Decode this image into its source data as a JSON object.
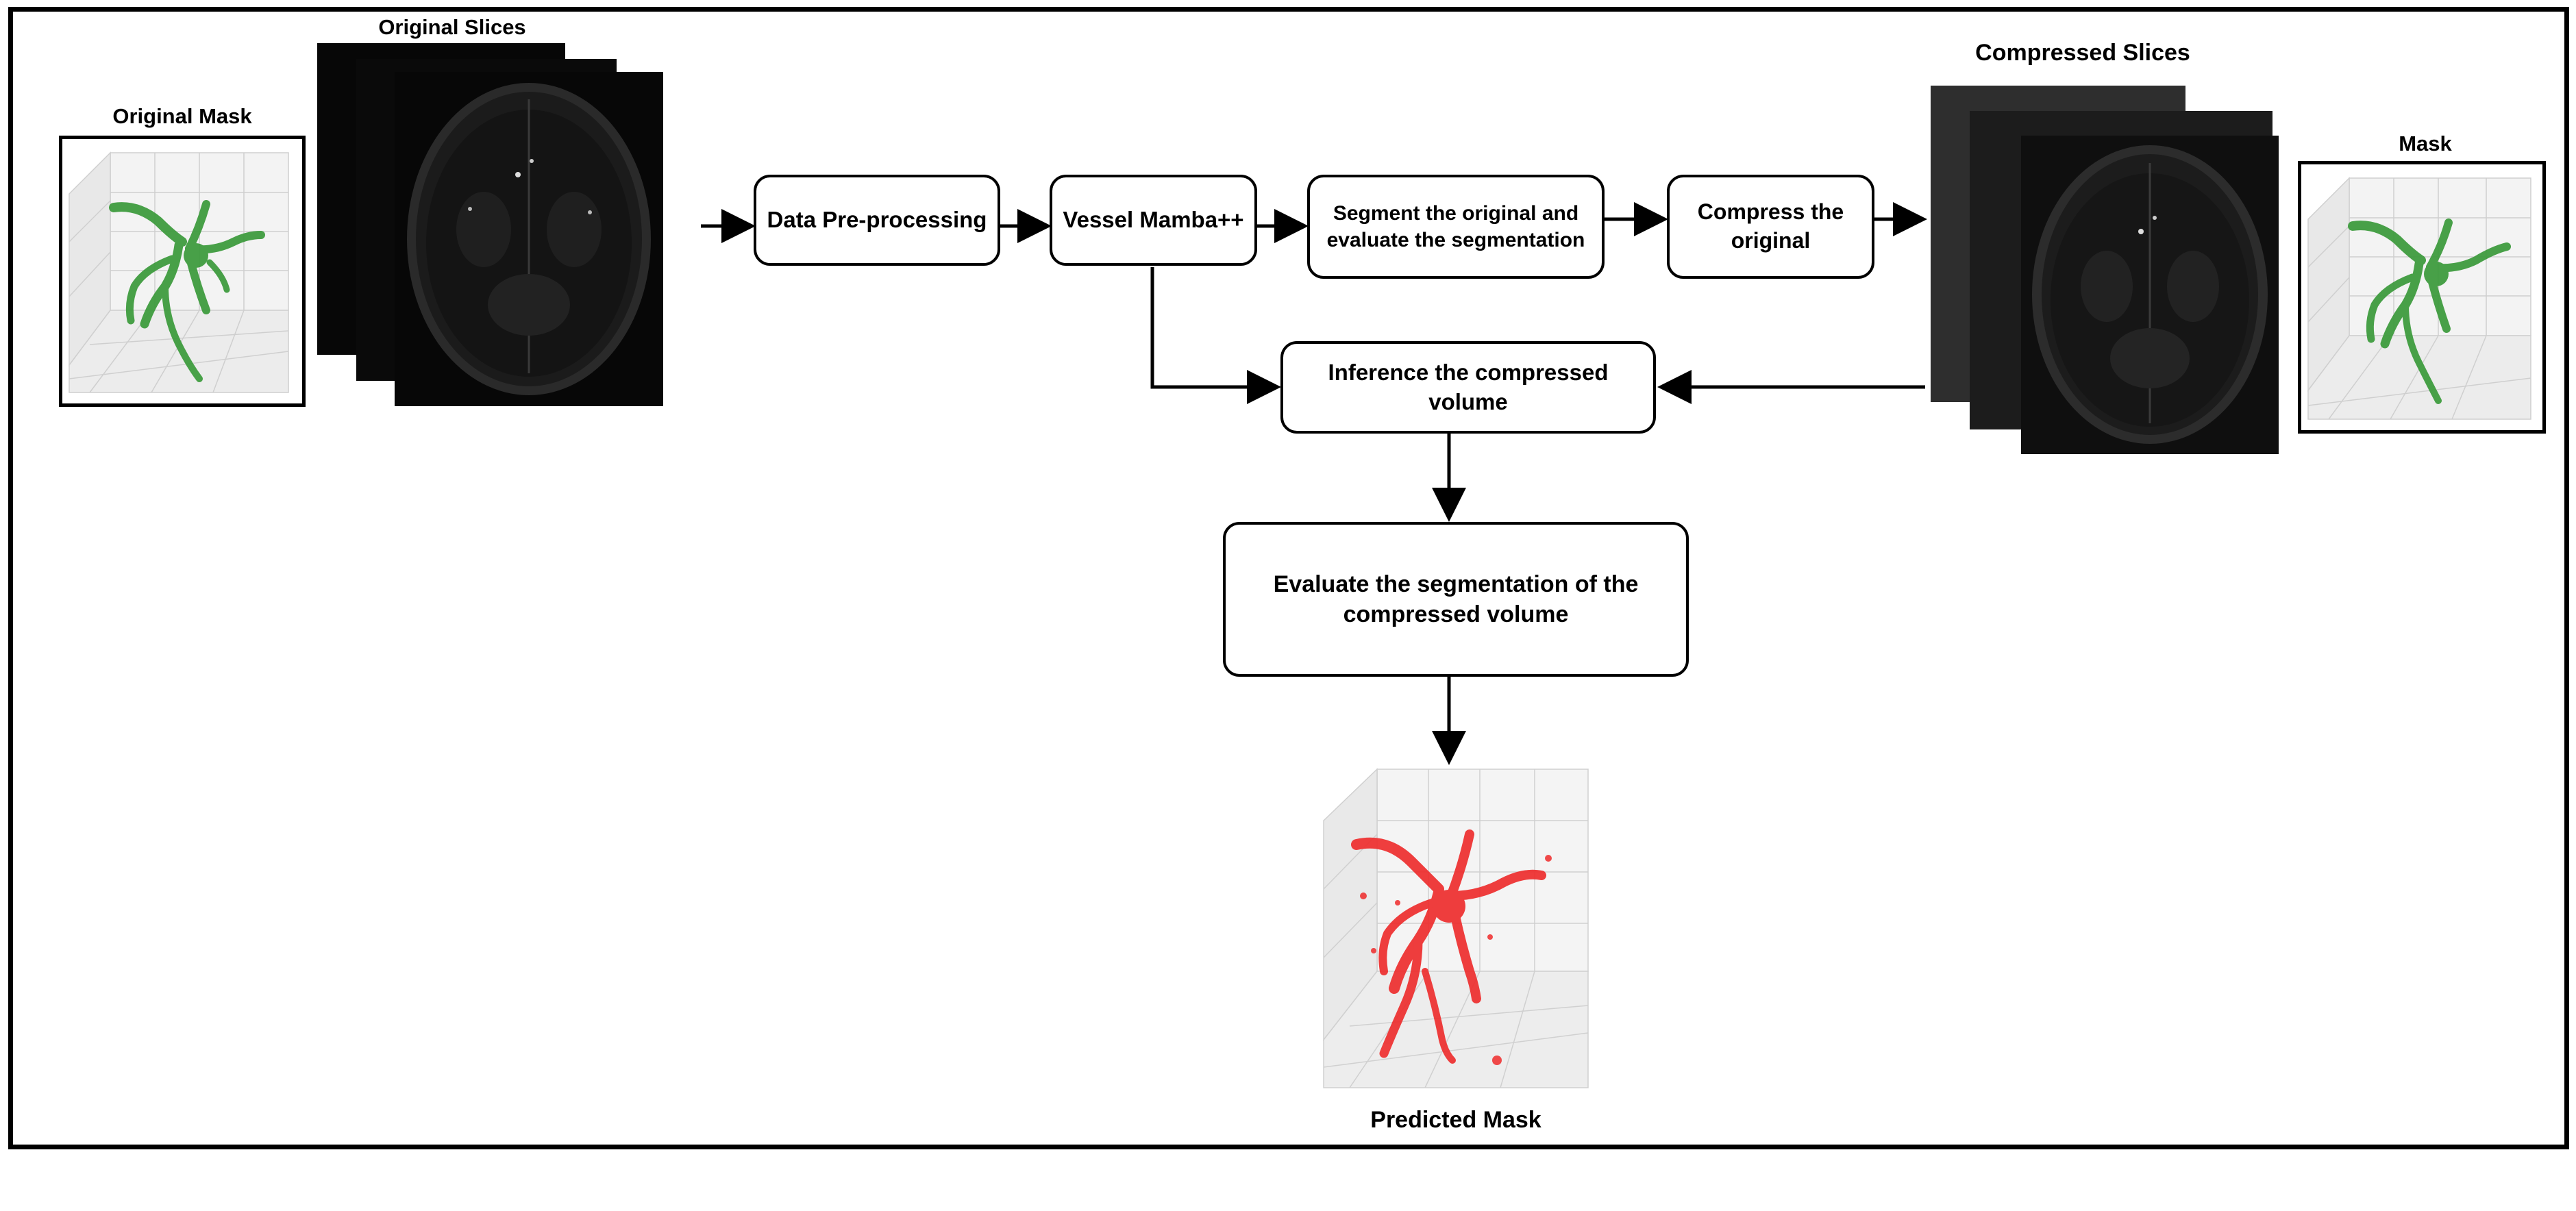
{
  "labels": {
    "original_mask": "Original Mask",
    "original_slices": "Original Slices",
    "compressed_slices": "Compressed Slices",
    "mask": "Mask",
    "predicted_mask": "Predicted Mask"
  },
  "steps": {
    "preprocess": "Data Pre-processing",
    "model": "Vessel Mamba++",
    "segment": "Segment the original and\nevaluate the segmentation",
    "compress": "Compress the\noriginal",
    "inference": "Inference the compressed\nvolume",
    "evaluate": "Evaluate the segmentation of the\ncompressed volume"
  },
  "colors": {
    "mask_vessel": "#3a9a3a",
    "predicted_vessel": "#ee2a2a",
    "slice_background": "#080808",
    "compressed_front_slice": "#1a1a1a"
  }
}
